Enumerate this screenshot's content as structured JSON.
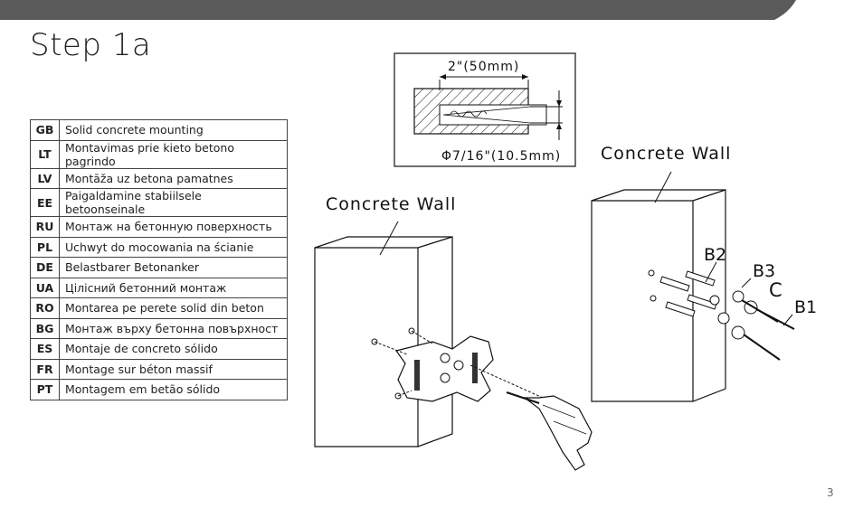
{
  "page": {
    "title": "Step 1a",
    "page_number": "3"
  },
  "languages": [
    {
      "code": "GB",
      "text": "Solid concrete mounting"
    },
    {
      "code": "LT",
      "text": "Montavimas prie kieto betono pagrindo"
    },
    {
      "code": "LV",
      "text": "Montāža uz betona pamatnes"
    },
    {
      "code": "EE",
      "text": "Paigaldamine stabiilsele betoonseinale"
    },
    {
      "code": "RU",
      "text": "Монтаж на бетонную поверхность"
    },
    {
      "code": "PL",
      "text": "Uchwyt do mocowania na ścianie"
    },
    {
      "code": "DE",
      "text": "Belastbarer Betonanker"
    },
    {
      "code": "UA",
      "text": "Цілісний бетонний монтаж"
    },
    {
      "code": "RO",
      "text": "Montarea pe perete solid din beton"
    },
    {
      "code": "BG",
      "text": "Монтаж върху бетонна повърхност"
    },
    {
      "code": "ES",
      "text": "Montaje de concreto sólido"
    },
    {
      "code": "FR",
      "text": "Montage sur béton massif"
    },
    {
      "code": "PT",
      "text": "Montagem em betão sólido"
    }
  ],
  "diagram": {
    "depth_label": "2\"(50mm)",
    "diameter_label": "Φ7/16\"(10.5mm)",
    "wall_label_left": "Concrete Wall",
    "wall_label_right": "Concrete Wall",
    "part_b2": "B2",
    "part_b3": "B3",
    "part_c": "C",
    "part_b1": "B1"
  },
  "colors": {
    "header_bar": "#5a5a5a",
    "line": "#111111"
  }
}
